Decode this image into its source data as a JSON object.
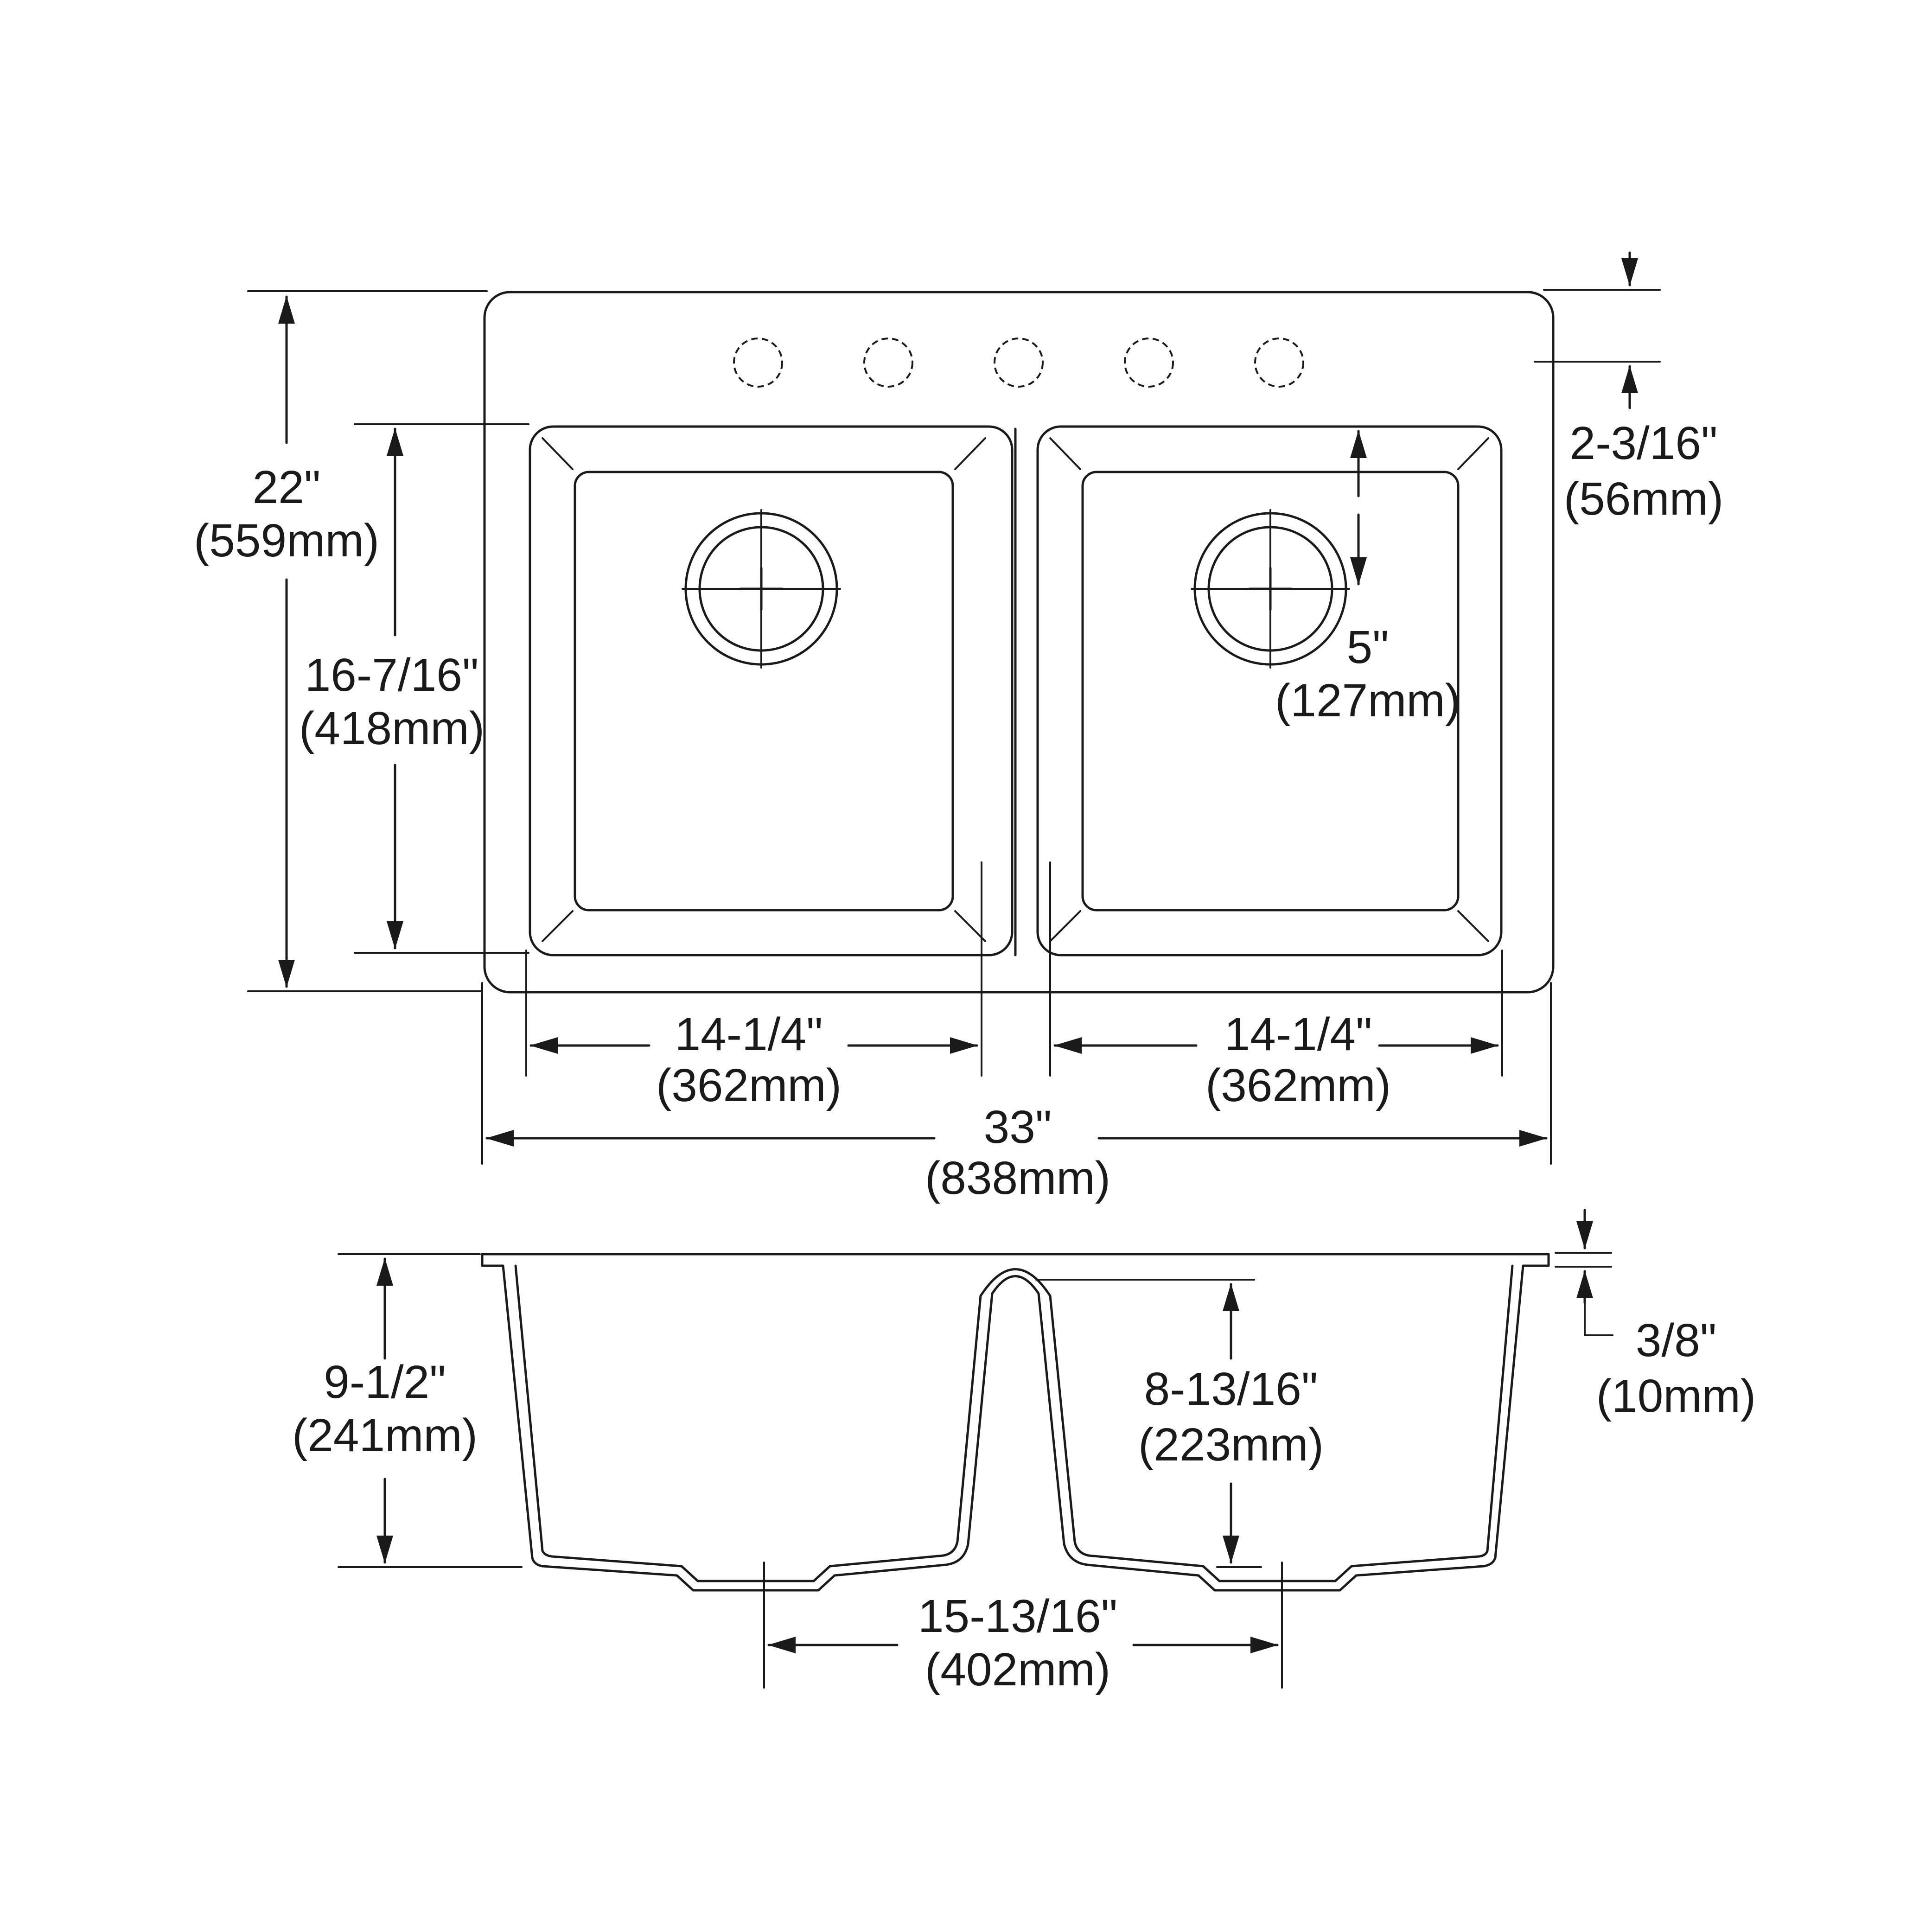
{
  "colors": {
    "line": "#1a1a1a",
    "background": "#ffffff"
  },
  "dimensions": {
    "overall_depth": {
      "in": "22\"",
      "mm": "(559mm)"
    },
    "bowl_depth": {
      "in": "16-7/16\"",
      "mm": "(418mm)"
    },
    "back_ledge": {
      "in": "2-3/16\"",
      "mm": "(56mm)"
    },
    "drain_offset": {
      "in": "5\"",
      "mm": "(127mm)"
    },
    "left_bowl_width": {
      "in": "14-1/4\"",
      "mm": "(362mm)"
    },
    "right_bowl_width": {
      "in": "14-1/4\"",
      "mm": "(362mm)"
    },
    "overall_width": {
      "in": "33\"",
      "mm": "(838mm)"
    },
    "overall_height": {
      "in": "9-1/2\"",
      "mm": "(241mm)"
    },
    "bowl_height": {
      "in": "8-13/16\"",
      "mm": "(223mm)"
    },
    "rim_thickness": {
      "in": "3/8\"",
      "mm": "(10mm)"
    },
    "drain_spacing": {
      "in": "15-13/16\"",
      "mm": "(402mm)"
    }
  }
}
